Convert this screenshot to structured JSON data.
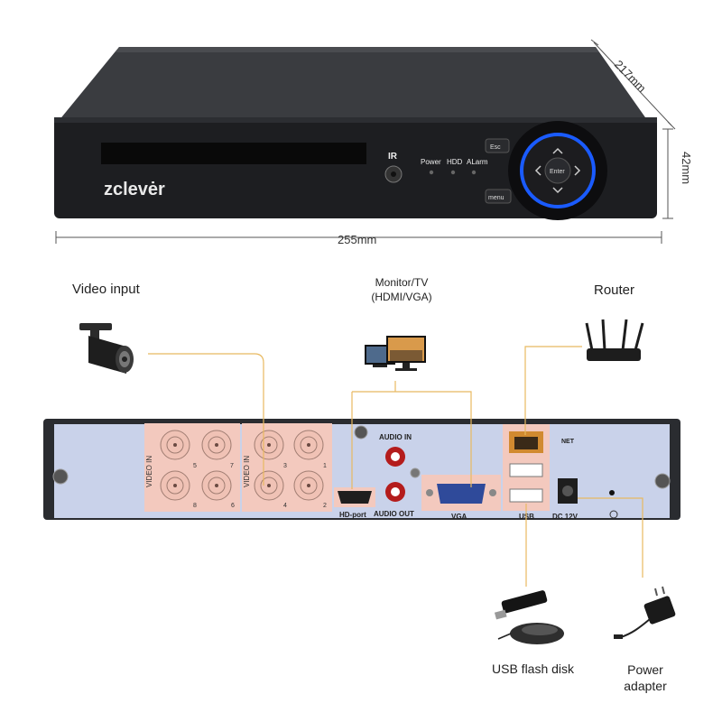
{
  "front": {
    "brand": "zclevėr",
    "ir_label": "IR",
    "led_labels": [
      "Power",
      "HDD",
      "ALarm"
    ],
    "esc_label": "Esc",
    "menu_label": "menu",
    "enter_label": "Enter"
  },
  "dimensions": {
    "depth": "217mm",
    "height": "42mm",
    "width": "255mm"
  },
  "labels": {
    "video_input": "Video input",
    "monitor_line1": "Monitor/TV",
    "monitor_line2": "(HDMI/VGA)",
    "router": "Router",
    "usb_flash": "USB flash disk",
    "power_line1": "Power",
    "power_line2": "adapter"
  },
  "rear": {
    "video_in_label": "VIDEO IN",
    "channels_left": [
      "7",
      "5",
      "8",
      "6"
    ],
    "channels_right": [
      "3",
      "1",
      "4",
      "2"
    ],
    "audio_in": "AUDIO IN",
    "audio_out": "AUDIO OUT",
    "hd_port": "HD-port",
    "vga": "VGA",
    "net": "NET",
    "usb": "USB",
    "dc": "DC 12V"
  },
  "colors": {
    "panel": "#c9d2ea",
    "chassis": "#2a2c30",
    "connector_bg": "#f3c9be",
    "wire": "#e8b960"
  }
}
